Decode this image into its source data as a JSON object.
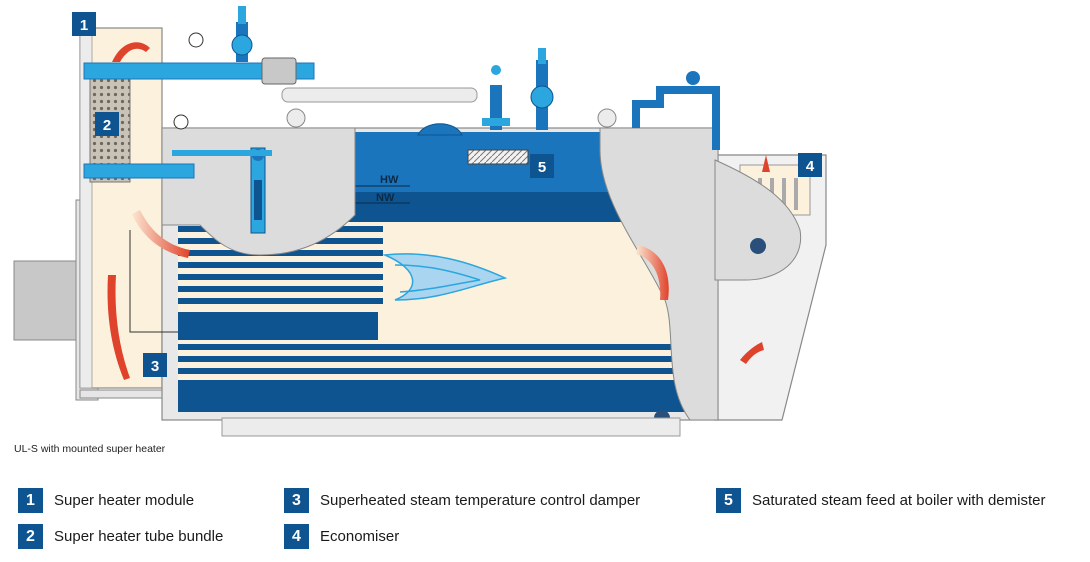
{
  "caption": "UL-S with mounted super heater",
  "diagram": {
    "water_levels": {
      "high": "HW",
      "normal": "NW"
    },
    "callouts": [
      "1",
      "2",
      "3",
      "4",
      "5"
    ]
  },
  "legend": [
    {
      "number": "1",
      "label": "Super heater module"
    },
    {
      "number": "2",
      "label": "Super heater tube bundle"
    },
    {
      "number": "3",
      "label": "Superheated steam temperature control damper"
    },
    {
      "number": "4",
      "label": "Economiser"
    },
    {
      "number": "5",
      "label": "Saturated steam feed at boiler with demister"
    }
  ],
  "colors": {
    "badge": "#0d5491",
    "water": "#1b75bc",
    "water_deep": "#0d5491",
    "pipe": "#2ba6de",
    "cream": "#fbf1dc",
    "grey": "#dcdcdc",
    "arrow": "#e0432b"
  }
}
